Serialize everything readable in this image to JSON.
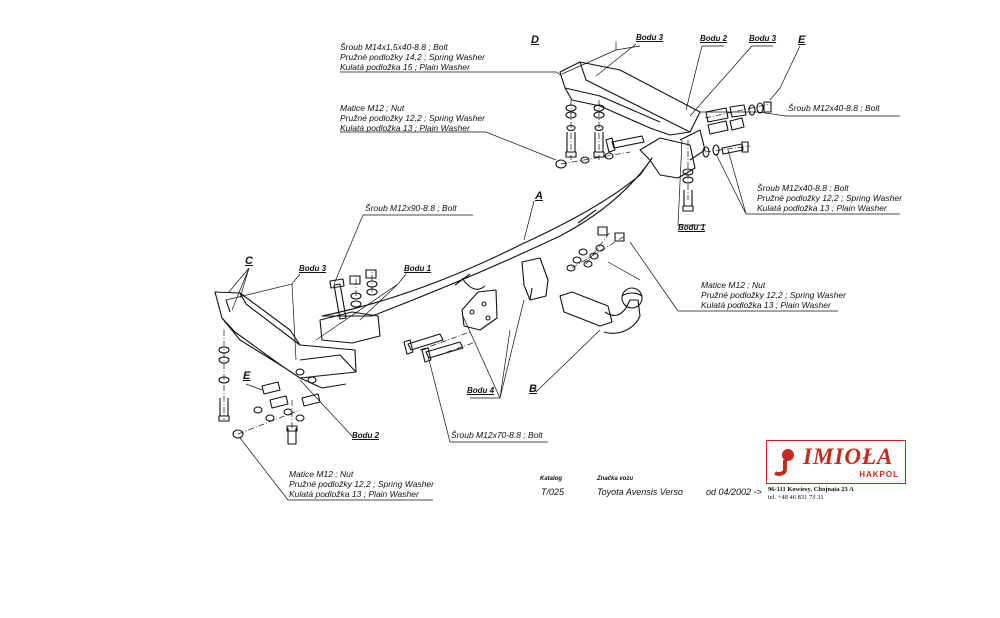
{
  "notes": {
    "top_bolt": [
      "Šroub M14x1,5x40-8.8 ;  Bolt",
      "Pružné podložky 14,2 ; Spring Washer",
      "Kulatá podložka  15 ; Plain Washer"
    ],
    "top_nut": [
      "Matice  M12 ; Nut",
      "Pružné podložky 12,2 ; Spring Washer",
      "Kulatá podložka  13 ; Plain Washer"
    ],
    "right_bolt_single": "Šroub M12x40-8.8 ;  Bolt",
    "right_bolt": [
      "Šroub M12x40-8.8 ;  Bolt",
      "Pružné podložky 12,2 ; Spring Washer",
      "Kulatá podložka  13 ; Plain Washer"
    ],
    "left_bolt": "Šroub M12x90-8.8 ;  Bolt",
    "mid_nut": [
      "Matice  M12 ; Nut",
      "Pružné podložky 12,2 ; Spring Washer",
      "Kulatá podložka  13 ; Plain Washer"
    ],
    "bottom_bolt": "Šroub M12x70-8.8 ;  Bolt",
    "bottom_nut": [
      "Matice M12 ; Nut",
      "Pružné podložky 12,2 ; Spring Washer",
      "Kulatá podložka  13 ; Plain Washer"
    ]
  },
  "part_labels": {
    "a": "A",
    "b": "B",
    "c": "C",
    "d": "D",
    "e1": "E",
    "e2": "E"
  },
  "points": {
    "d_bodu3": "Bodu 3",
    "bodu2_top": "Bodu 2",
    "bodu3_top": "Bodu 3",
    "bodu1_right": "Bodu 1",
    "bodu3_left": "Bodu 3",
    "bodu1_left": "Bodu 1",
    "bodu2_left": "Bodu 2",
    "bodu4": "Bodu 4"
  },
  "title_block": {
    "katalog_head": "Katalog",
    "katalog_value": "T/025",
    "vehicle_head": "Značka vozu",
    "vehicle_value": "Toyota Avensis Verso",
    "date_value": "od  04/2002 ->"
  },
  "logo": {
    "brand": "IMIOŁA",
    "sub": "HAKPOL",
    "address": "96-111 Kowiesy, Chojnata 23 A",
    "phone": "tel. +48 46 831 73 31"
  },
  "colors": {
    "ink": "#111111",
    "brand": "#c62a1e"
  }
}
